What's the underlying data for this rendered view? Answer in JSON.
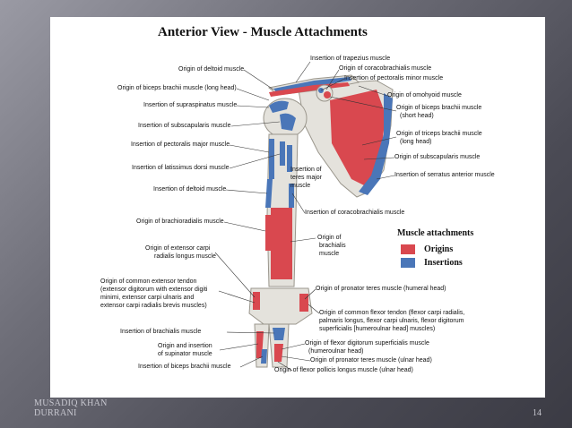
{
  "title": "Anterior View - Muscle Attachments",
  "labels_left": [
    "Origin of deltoid muscle",
    "Origin of biceps brachii muscle (long head)",
    "Insertion of supraspinatus muscle",
    "Insertion of subscapularis muscle",
    "Insertion of pectoralis major muscle",
    "Insertion of latissimus dorsi muscle",
    "Insertion of deltoid muscle",
    "Origin of brachioradialis muscle",
    "Origin of extensor carpi",
    "radialis longus muscle",
    "Origin of common extensor tendon",
    "(extensor digitorum with extensor digiti",
    "minimi, extensor carpi ulnaris and",
    "extensor carpi radialis brevis muscles)",
    "Insertion of brachialis muscle",
    "Origin and insertion",
    "of supinator muscle",
    "Insertion of biceps brachii muscle"
  ],
  "labels_right": [
    "Insertion of trapezius muscle",
    "Origin of coracobrachialis muscle",
    "Insertion of pectoralis minor muscle",
    "Origin of omohyoid muscle",
    "Origin of biceps brachii muscle",
    "(short head)",
    "Origin of triceps brachii muscle",
    "(long head)",
    "Origin of subscapularis muscle",
    "Insertion of serratus anterior muscle",
    "Insertion of",
    "teres major",
    "muscle",
    "Insertion of coracobrachialis muscle",
    "Origin of",
    "brachialis",
    "muscle",
    "Origin of pronator teres muscle (humeral head)",
    "Origin of common flexor tendon (flexor carpi radialis,",
    "palmaris longus, flexor carpi ulnaris, flexor digitorum",
    "superficialis [humeroulnar head] muscles)",
    "Origin of flexor digitorum superficialis muscle",
    "(humeroulnar head)",
    "Origin of pronator teres muscle (ulnar head)",
    "Origin of flexor pollicis longus muscle (ulnar head)"
  ],
  "legend": {
    "title": "Muscle attachments",
    "origins": "Origins",
    "insertions": "Insertions"
  },
  "colors": {
    "origin": "#d9484f",
    "insertion": "#4a76b8",
    "bone": "#e4e2dc"
  },
  "footer": {
    "author_line1": "MUSADIQ KHAN",
    "author_line2": "DURRANI",
    "page_number": "14"
  }
}
